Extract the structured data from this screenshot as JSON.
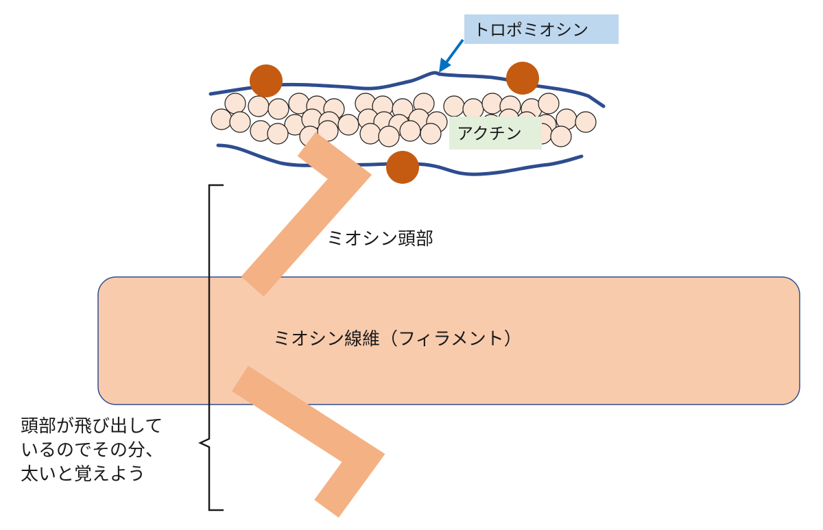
{
  "labels": {
    "tropomyosin": "トロポミオシン",
    "actin": "アクチン",
    "myosin_head": "ミオシン頭部",
    "myosin_filament": "ミオシン線維（フィラメント）",
    "note_line1": "頭部が飛び出して",
    "note_line2": "いるのでその分、",
    "note_line3": "太いと覚えよう"
  },
  "colors": {
    "tropomyosin_line": "#2e4d8f",
    "troponin": "#c55a11",
    "actin_bead": "#fbe5d6",
    "myosin_head": "#f4b183",
    "myosin_filament": "#f8cbad",
    "filament_border": "#2e4d8f",
    "tropomyosin_label_bg": "#bdd7ee",
    "actin_label_bg": "#e2efda",
    "arrow": "#0070c0"
  }
}
